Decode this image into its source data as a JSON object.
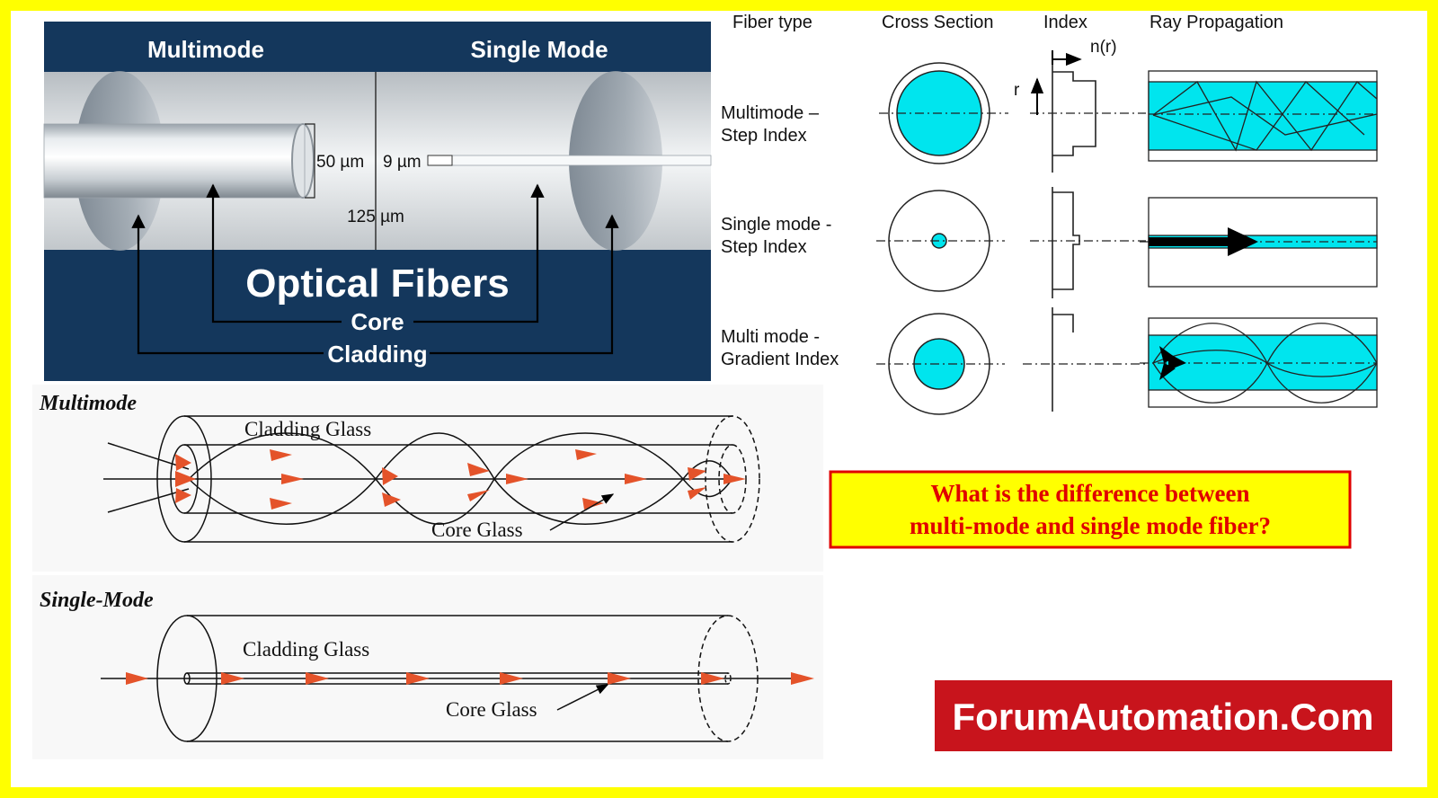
{
  "colors": {
    "frame": "#ffff00",
    "navy": "#14375c",
    "cyan": "#00e5ee",
    "arrow_red": "#e4532a",
    "question_bg": "#ffff00",
    "question_border": "#e00000",
    "question_text": "#e00000",
    "brand_bg": "#c8141c",
    "brand_text": "#ffffff"
  },
  "icons": [
    "multimode-fiber-cylinder",
    "single-mode-fiber-cylinder",
    "ray-arrow",
    "refractive-index-profile"
  ],
  "optical_panel": {
    "label_multimode": "Multimode",
    "label_single": "Single Mode",
    "dim_50": "50 µm",
    "dim_9": "9 µm",
    "dim_125": "125 µm",
    "title": "Optical Fibers",
    "core_label": "Core",
    "cladding_label": "Cladding"
  },
  "table": {
    "headers": [
      "Fiber type",
      "Cross Section",
      "Index",
      "Ray Propagation"
    ],
    "index_axis_n": "n(r)",
    "index_axis_r": "r",
    "rows": [
      {
        "line1": "Multimode –",
        "line2": "Step Index"
      },
      {
        "line1": "Single mode -",
        "line2": "Step Index"
      },
      {
        "line1": "Multi mode -",
        "line2": "Gradient Index"
      }
    ]
  },
  "multimode_tube": {
    "heading": "Multimode",
    "cladding": "Cladding Glass",
    "core": "Core Glass"
  },
  "single_tube": {
    "heading": "Single-Mode",
    "cladding": "Cladding Glass",
    "core": "Core Glass"
  },
  "question": {
    "line1": "What is the difference between",
    "line2": "multi-mode and single mode fiber?"
  },
  "brand": {
    "text": "ForumAutomation.Com"
  }
}
